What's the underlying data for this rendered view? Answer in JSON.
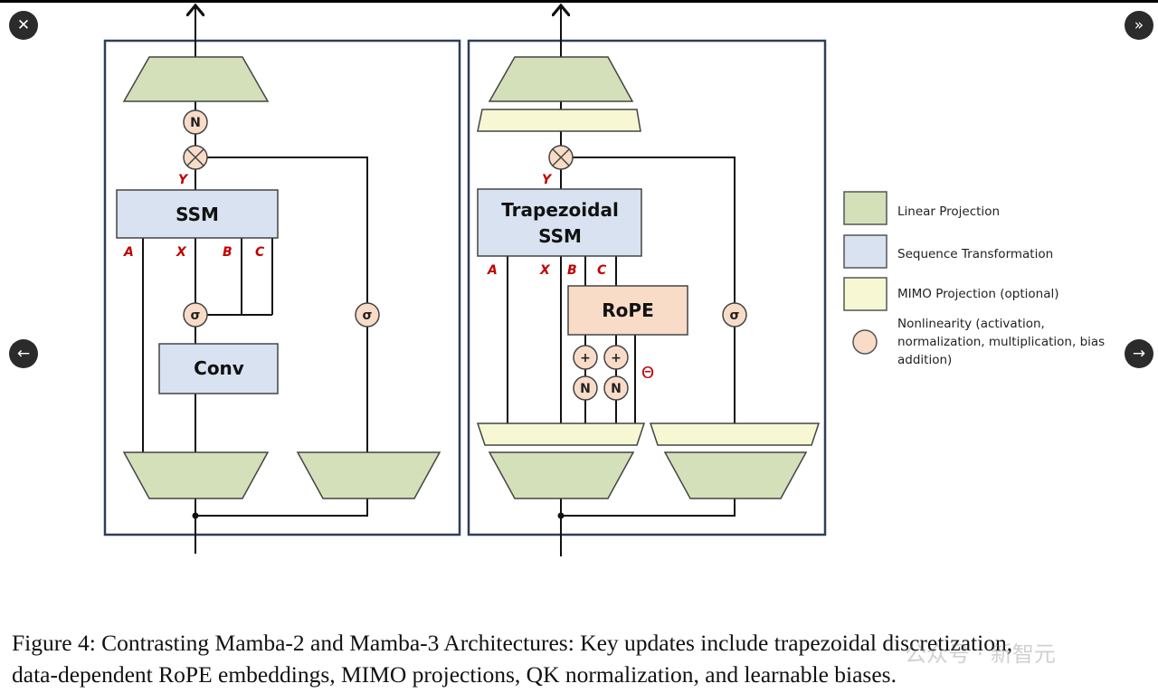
{
  "viewer": {
    "close_icon": "close-icon",
    "next_icon": "double-chevron-right-icon",
    "prev_label": "←",
    "next_label": "→",
    "close_label": "✕",
    "skip_label": "»"
  },
  "diagram": {
    "left": {
      "ssm": "SSM",
      "conv": "Conv",
      "y": "Y",
      "a": "A",
      "x": "X",
      "b": "B",
      "c": "C",
      "norm": "N",
      "mult": "⊗",
      "sigma": "σ"
    },
    "right": {
      "ssm_line1": "Trapezoidal",
      "ssm_line2": "SSM",
      "rope": "RoPE",
      "y": "Y",
      "a": "A",
      "x": "X",
      "b": "B",
      "c": "C",
      "theta": "Θ",
      "plus": "+",
      "norm": "N",
      "sigma": "σ"
    },
    "legend": [
      {
        "label": "Linear Projection",
        "color": "#d3e0b9"
      },
      {
        "label": "Sequence Transformation",
        "color": "#d8e2f0"
      },
      {
        "label": "MIMO Projection (optional)",
        "color": "#f7f8d3"
      },
      {
        "label_lines": [
          "Nonlinearity (activation,",
          "normalization, multiplication, bias",
          "addition)"
        ],
        "color": "#f8dcc8"
      }
    ],
    "colors": {
      "linear": "#d3e0b9",
      "sequence": "#d8e2f0",
      "mimo": "#f7f8d3",
      "nonlinearity": "#f8dcc8",
      "rope": "#f8dcc8",
      "label_red": "#c00000",
      "panel_border": "#2f3e5a"
    }
  },
  "caption": {
    "line1": "Figure 4: Contrasting Mamba-2 and Mamba-3 Architectures: Key updates include trapezoidal discretization,",
    "line2": "data-dependent RoPE embeddings, MIMO projections, QK normalization, and learnable biases."
  },
  "watermark": "公众号 · 新智元"
}
